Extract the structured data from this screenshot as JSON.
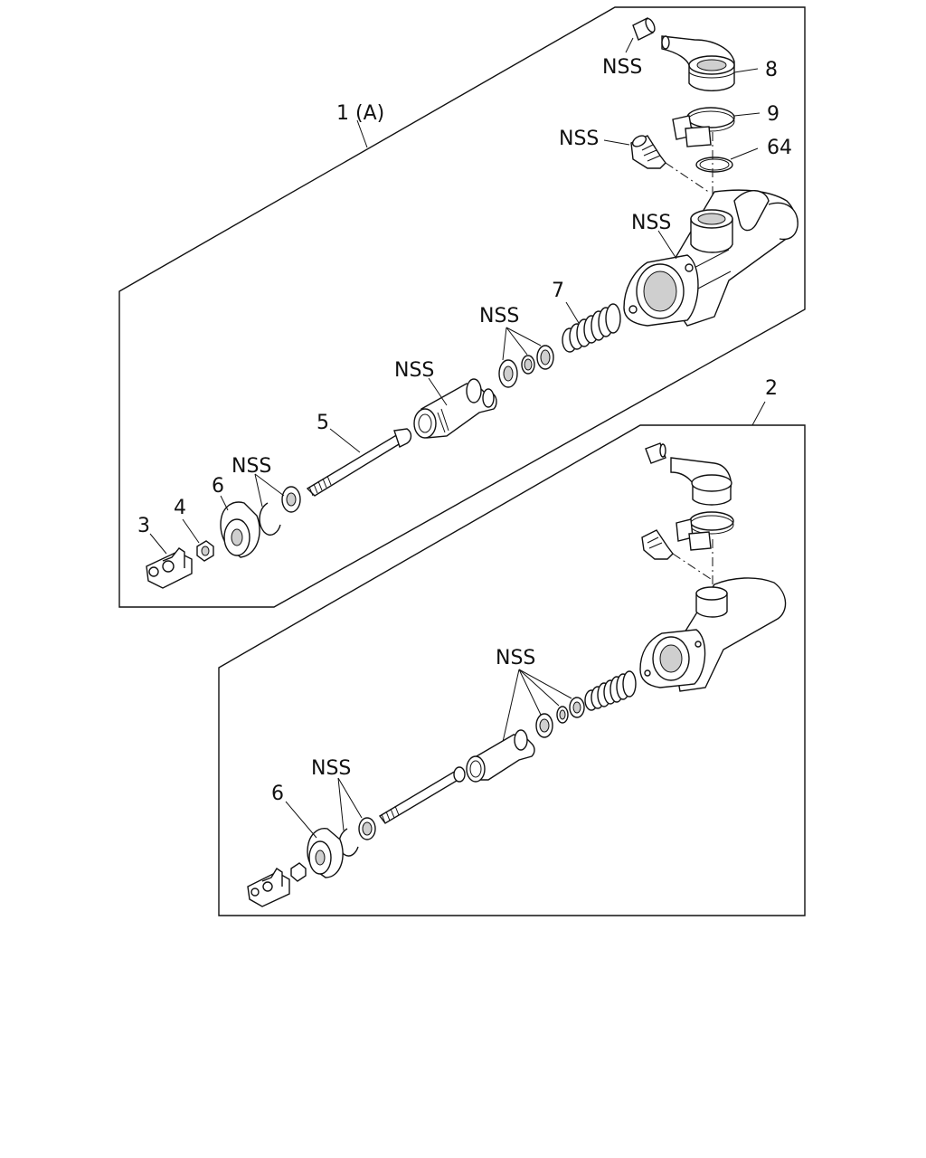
{
  "assembly_1": {
    "title": "1 (A)",
    "callouts": {
      "nss_top_cap": "NSS",
      "part_8": "8",
      "part_9": "9",
      "nss_fitting": "NSS",
      "part_64": "64",
      "nss_housing": "NSS",
      "part_7": "7",
      "nss_seals": "NSS",
      "nss_piston": "NSS",
      "part_5": "5",
      "nss_snapring": "NSS",
      "part_6": "6",
      "part_4": "4",
      "part_3": "3"
    }
  },
  "assembly_2": {
    "title": "2",
    "callouts": {
      "nss_seals": "NSS",
      "nss_snapring": "NSS",
      "part_6": "6"
    }
  }
}
